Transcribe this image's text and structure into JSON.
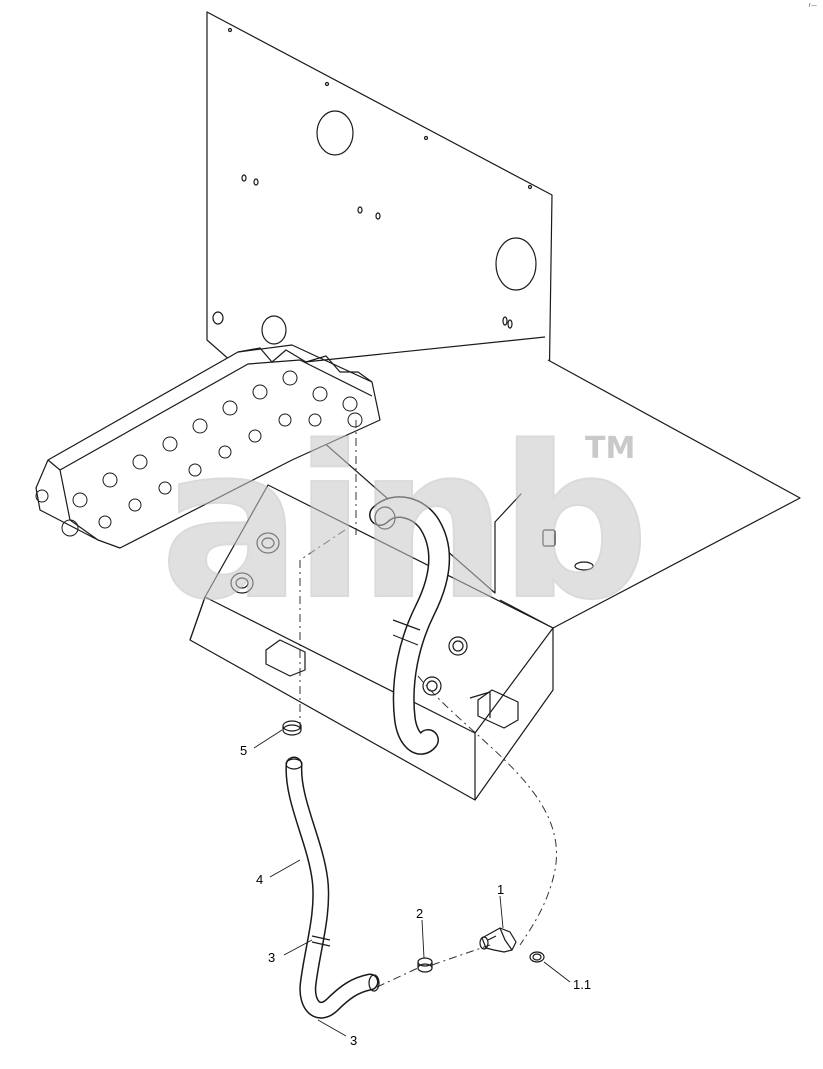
{
  "corner_mark": "r—",
  "watermark": {
    "text": "ainb",
    "trademark": "TM",
    "color": "#c8c8c8"
  },
  "callouts": [
    "5",
    "4",
    "3",
    "3",
    "2",
    "1",
    "1.1"
  ],
  "colors": {
    "line": "#1a1a1a",
    "hose_fill": "#d9d9d9",
    "dashed": "#333333"
  }
}
